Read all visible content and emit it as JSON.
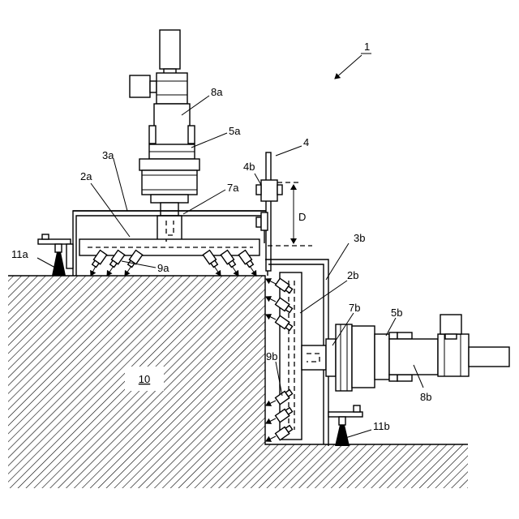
{
  "figure": {
    "labels": {
      "assembly": "1",
      "plate": "4",
      "bolt": "4b",
      "dimension": "D",
      "motor_top": "8a",
      "cylinder_top": "5a",
      "frame_top": "3a",
      "manifold_top": "2a",
      "shaft_top": "7a",
      "nozzles_top": "9a",
      "brush_left": "11a",
      "frame_side": "3b",
      "manifold_side": "2b",
      "shaft_side": "7b",
      "cylinder_side": "5b",
      "nozzles_side": "9b",
      "motor_side": "8b",
      "brush_right": "11b",
      "workpiece": "10"
    }
  }
}
